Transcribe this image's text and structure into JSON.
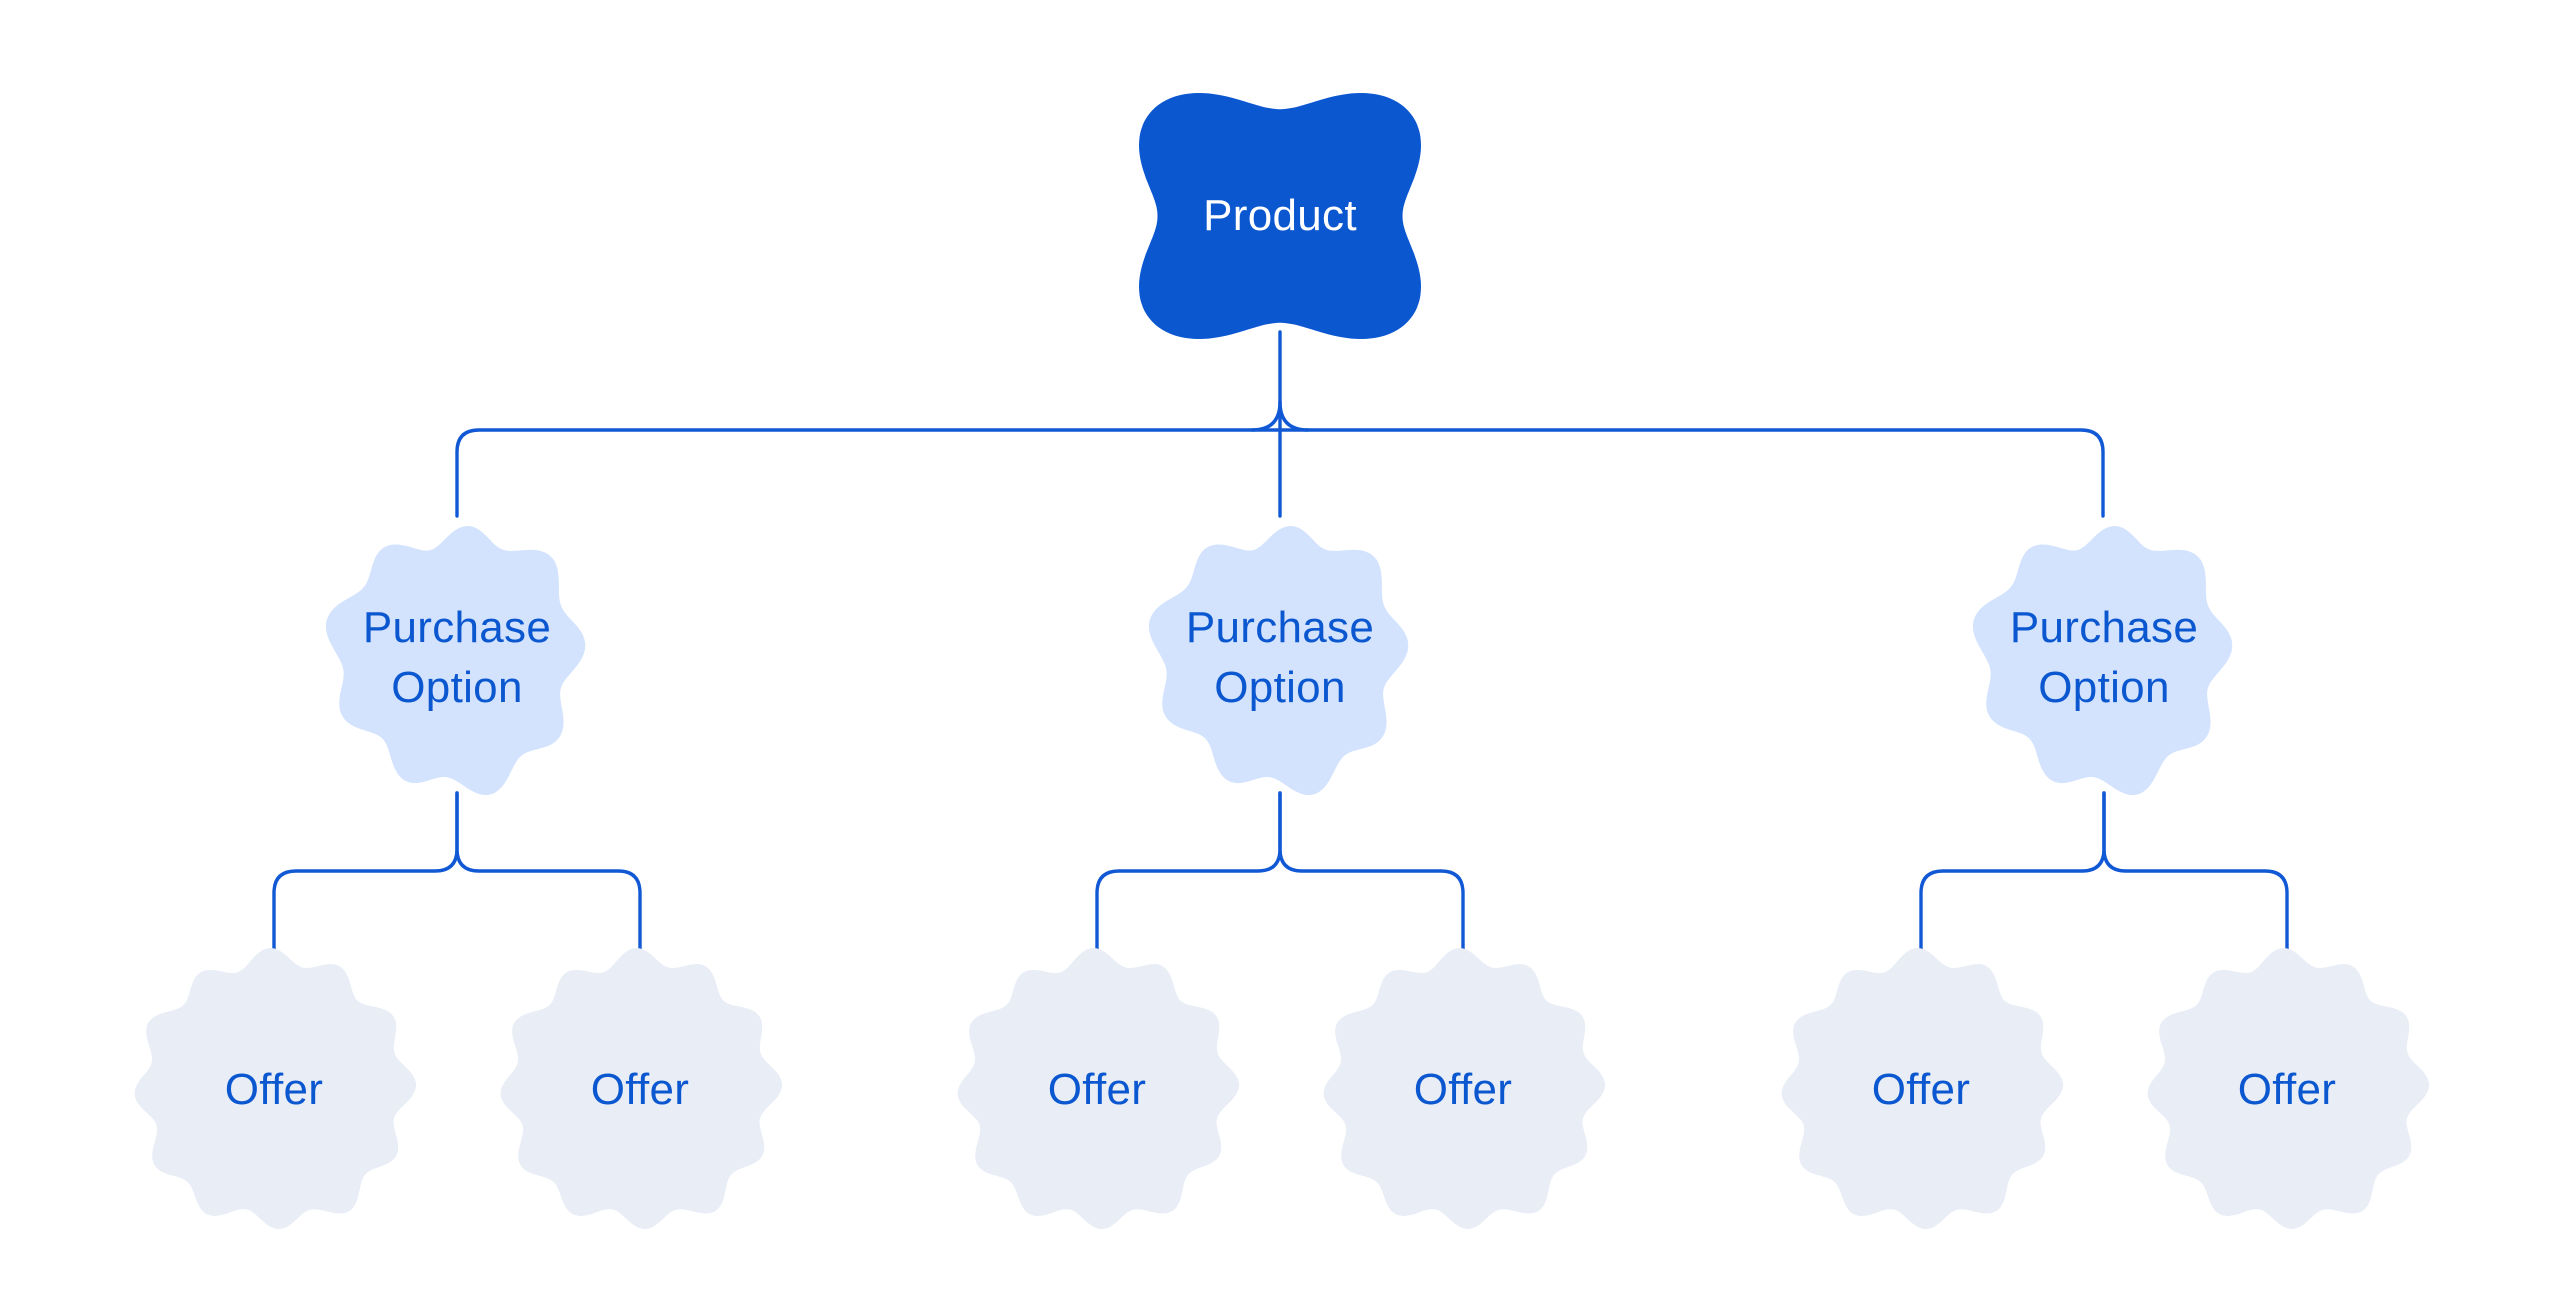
{
  "diagram": {
    "product": {
      "label": "Product"
    },
    "purchase_options": [
      {
        "label": "Purchase Option",
        "offers": [
          {
            "label": "Offer"
          },
          {
            "label": "Offer"
          }
        ]
      },
      {
        "label": "Purchase Option",
        "offers": [
          {
            "label": "Offer"
          },
          {
            "label": "Offer"
          }
        ]
      },
      {
        "label": "Purchase Option",
        "offers": [
          {
            "label": "Offer"
          },
          {
            "label": "Offer"
          }
        ]
      }
    ],
    "colors": {
      "background": "#ffffff",
      "product_fill": "#0b57d0",
      "purchase_option_fill": "#d3e3fd",
      "offer_fill": "#e8edf6",
      "connector": "#1158d4",
      "label_blue": "#0b57d0",
      "label_white": "#ffffff"
    }
  }
}
